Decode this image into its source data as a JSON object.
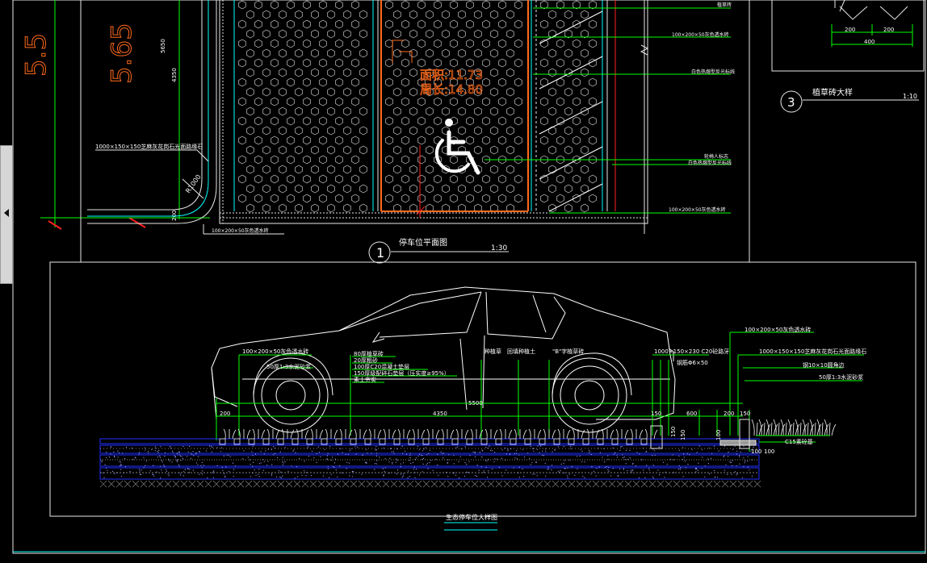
{
  "colors": {
    "background": "#000000",
    "line": "#e8e8e8",
    "green": "#00ff00",
    "cyan": "#00ffff",
    "orange": "#ff6a1a",
    "red": "#ff2020",
    "blue": "#2030ff",
    "yellow": "#ffe000"
  },
  "plan": {
    "dim_large_1": "5.5",
    "dim_large_2": "5.65",
    "dim_5650": "5650",
    "dim_4350": "4350",
    "dim_200": "200",
    "radius_label": "R1000",
    "area_label": "面积:11.73",
    "perimeter_label": "周长:14.80",
    "note_curb": "1000×150×150芝麻灰花岗石光面路缘石",
    "note_brick_left": "100×200×50灰色透水砖",
    "callouts": [
      "植草砖",
      "100×200×50灰色透水砖",
      "白色热熔型反光标线",
      "轮椅人标志",
      "白色热熔型反光标线",
      "100×200×50灰色透水砖"
    ],
    "title": "停车位平面图",
    "title_number": "1",
    "scale": "1:30"
  },
  "detail3": {
    "dim_a": "200",
    "dim_b": "200",
    "dim_total": "400",
    "title": "植草砖大样",
    "number": "3",
    "scale": "1:10"
  },
  "section": {
    "title": "生态停车位大样图",
    "labels_left": [
      "100×200×50灰色透水砖",
      "50厚1:3水泥砂浆"
    ],
    "layers": [
      "80厚植草砖",
      "20厚粗砂",
      "100厚C20混凝土垫层",
      "150厚级配碎石垫层（压实度≥95%）",
      "素土夯实"
    ],
    "label_grass": "种植草",
    "label_soil": "回填种植土",
    "label_b": "\"B\"字植草砖",
    "label_curb_size": "1000×150×230  C20砼路牙",
    "label_rebar": "钢筋Φ6×50",
    "right_labels": [
      "100×200×50灰色透水砖",
      "1000×150×150芝麻灰花岗石光面路缘石",
      "钢10×10圆角边",
      "50厚1:3水泥砂浆"
    ],
    "label_c15": "C15素砼基",
    "dims_top": [
      "200",
      "4350",
      "150",
      "600",
      "200",
      "150"
    ],
    "dim_overall": "5500",
    "dim_side": [
      "150",
      "150",
      "100"
    ],
    "dim_bottom": [
      "100",
      "100"
    ]
  }
}
